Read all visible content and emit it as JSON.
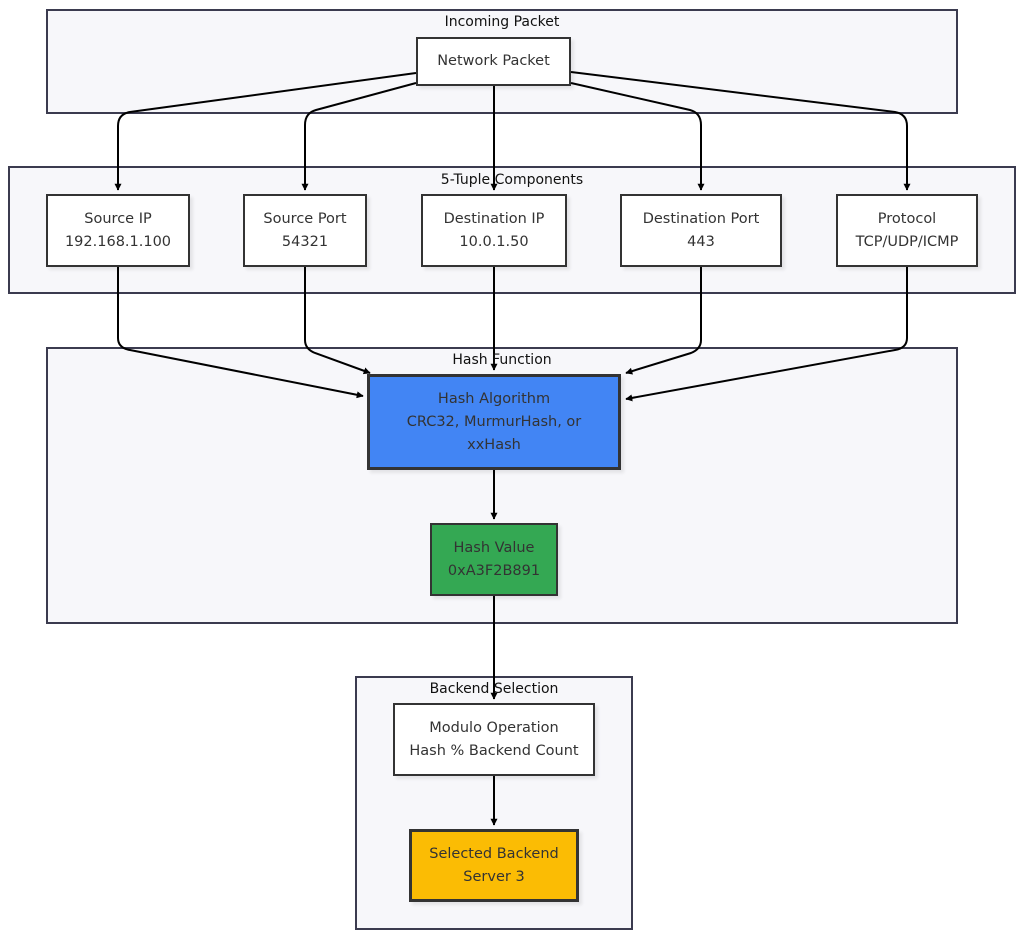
{
  "clusters": {
    "incoming": "Incoming Packet",
    "tuple": "5-Tuple Components",
    "hash": "Hash Function",
    "backend": "Backend Selection"
  },
  "nodes": {
    "packet": {
      "line1": "Network Packet"
    },
    "src_ip": {
      "line1": "Source IP",
      "line2": "192.168.1.100"
    },
    "src_port": {
      "line1": "Source Port",
      "line2": "54321"
    },
    "dst_ip": {
      "line1": "Destination IP",
      "line2": "10.0.1.50"
    },
    "dst_port": {
      "line1": "Destination Port",
      "line2": "443"
    },
    "protocol": {
      "line1": "Protocol",
      "line2": "TCP/UDP/ICMP"
    },
    "hash_algo": {
      "line1": "Hash Algorithm",
      "line2": "CRC32, MurmurHash, or",
      "line3": "xxHash"
    },
    "hash_value": {
      "line1": "Hash Value",
      "line2": "0xA3F2B891"
    },
    "modulo": {
      "line1": "Modulo Operation",
      "line2": "Hash % Backend Count"
    },
    "selected": {
      "line1": "Selected Backend",
      "line2": "Server 3"
    }
  },
  "colors": {
    "hash_algorithm_fill": "#4285f4",
    "hash_value_fill": "#34a853",
    "selected_backend_fill": "#fbbc04",
    "cluster_fill": "#f7f7fa",
    "stroke": "#000000"
  }
}
